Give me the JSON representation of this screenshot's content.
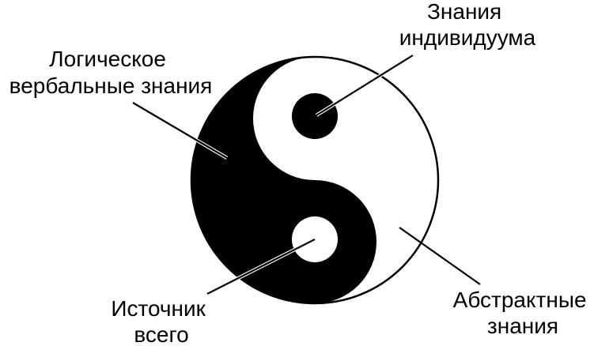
{
  "labels": {
    "individual_knowledge": [
      "Знания",
      "индивидуума"
    ],
    "logical_verbal_knowledge": [
      "Логическое",
      "вербальные знания"
    ],
    "source_of_all": [
      "Источник",
      "всего"
    ],
    "abstract_knowledge": [
      "Абстрактные",
      "знания"
    ]
  },
  "colors": {
    "yin": "#000000",
    "yang": "#ffffff",
    "line": "#000000"
  }
}
